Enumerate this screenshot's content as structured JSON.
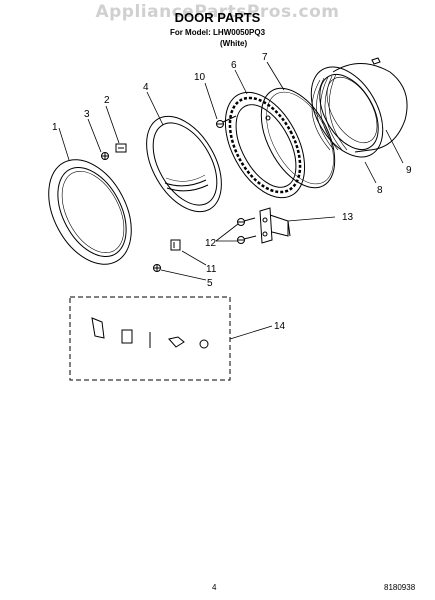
{
  "watermark": "AppliancePartsPros.com",
  "header": {
    "title": "DOOR PARTS",
    "model": "For Model: LHW0050PQ3",
    "variant": "(White)"
  },
  "callouts": [
    "1",
    "2",
    "3",
    "4",
    "5",
    "6",
    "7",
    "8",
    "9",
    "10",
    "11",
    "12",
    "13",
    "14"
  ],
  "footer": {
    "page_number": "4",
    "document_number": "8180938"
  }
}
